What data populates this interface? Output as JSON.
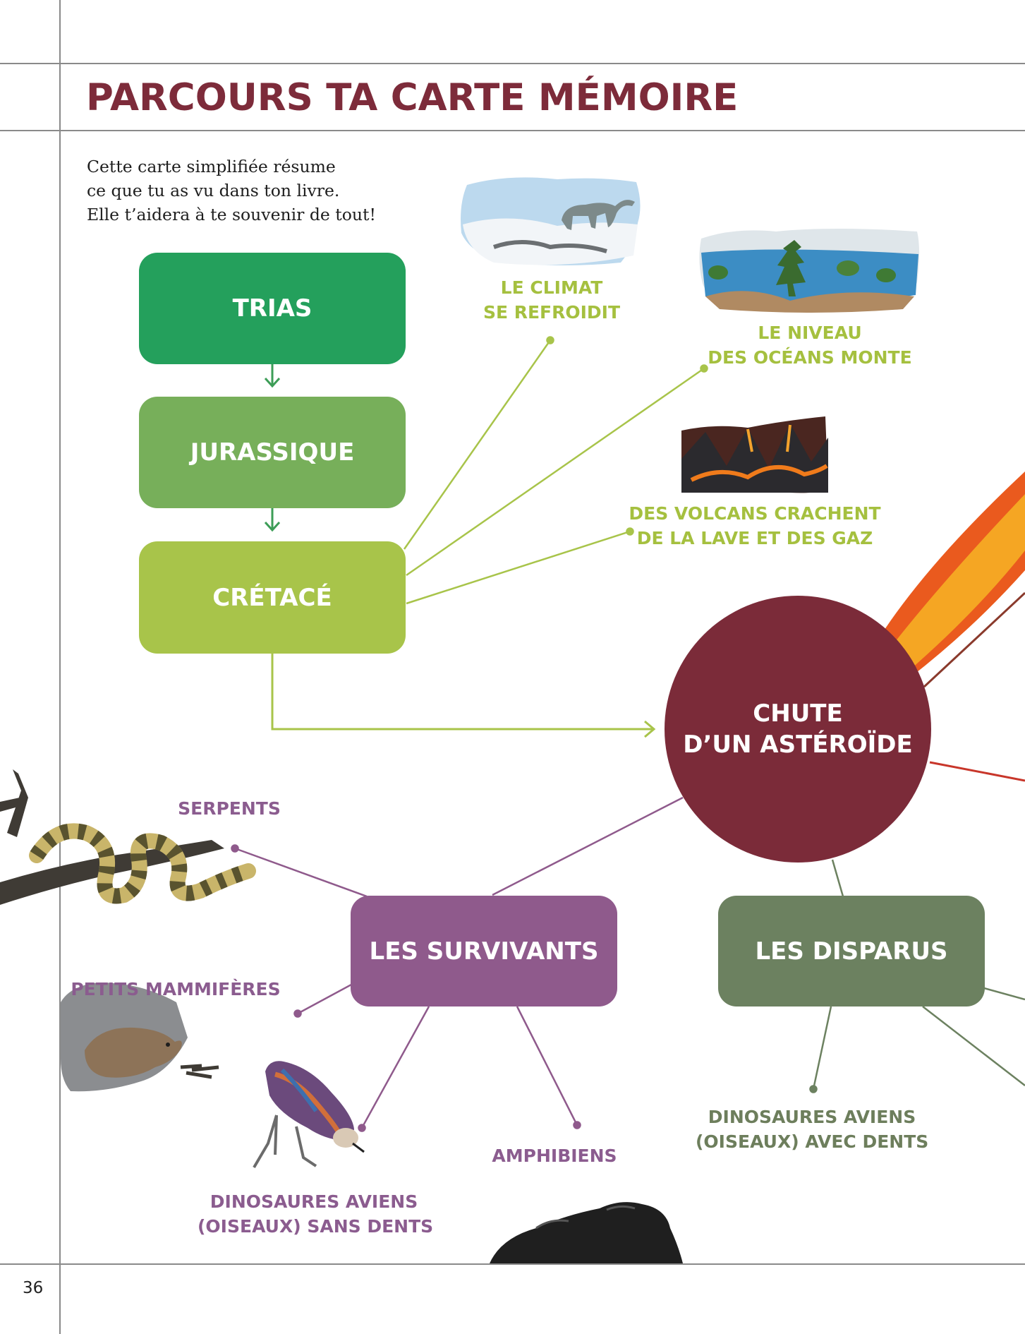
{
  "page": {
    "title": "PARCOURS TA CARTE MÉMOIRE",
    "intro_lines": [
      "Cette carte simplifiée résume",
      "ce que tu as vu dans ton livre.",
      "Elle t’aidera à te souvenir de tout!"
    ],
    "page_number": "36"
  },
  "periods": [
    {
      "label": "TRIAS",
      "color": "#24a05c"
    },
    {
      "label": "JURASSIQUE",
      "color": "#77af5a"
    },
    {
      "label": "CRÉTACÉ",
      "color": "#a8c44a"
    }
  ],
  "causes": [
    {
      "lines": [
        "LE CLIMAT",
        "SE REFROIDIT"
      ],
      "image": "snowy-landscape-with-sauropod"
    },
    {
      "lines": [
        "LE NIVEAU",
        "DES OCÉANS MONTE"
      ],
      "image": "flooded-coast-with-trees"
    },
    {
      "lines": [
        "DES VOLCANS CRACHENT",
        "DE LA LAVE ET DES GAZ"
      ],
      "image": "erupting-volcanoes"
    }
  ],
  "event": {
    "lines": [
      "CHUTE",
      "D’UN ASTÉROÏDE"
    ],
    "color": "#7b2b39",
    "image": "falling-asteroid"
  },
  "survivors": {
    "label": "LES SURVIVANTS",
    "color": "#8f5a8c",
    "items": [
      {
        "lines": [
          "SERPENTS"
        ],
        "image": "snake-on-branch"
      },
      {
        "lines": [
          "PETITS MAMMIFÈRES"
        ],
        "image": "small-mammal-in-burrow"
      },
      {
        "lines": [
          "DINOSAURES AVIENS",
          "(OISEAUX) SANS DENTS"
        ],
        "image": "toothless-bird"
      },
      {
        "lines": [
          "AMPHIBIENS"
        ],
        "image": "amphibian-on-rock"
      }
    ]
  },
  "extinct": {
    "label": "LES DISPARUS",
    "color": "#6c8160",
    "items": [
      {
        "lines": [
          "DINOSAURES AVIENS",
          "(OISEAUX) AVEC DENTS"
        ]
      }
    ]
  },
  "colors": {
    "title": "#7d2b3a",
    "cause_text": "#a5c03f",
    "survivor_text": "#8b5c8f",
    "extinct_text": "#6d7e5c",
    "rules": "#8a8a8a"
  }
}
